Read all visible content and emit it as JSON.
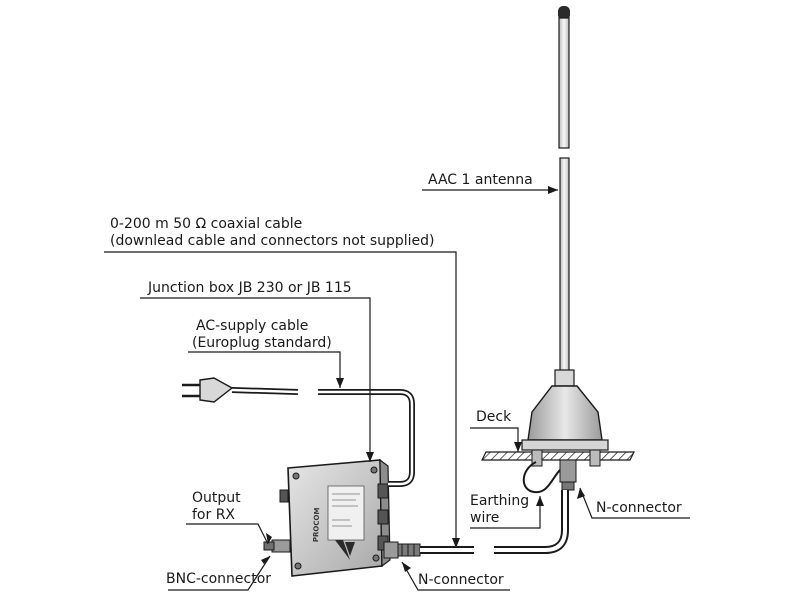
{
  "labels": {
    "antenna": "AAC 1 antenna",
    "coax_line1": "0-200 m 50 Ω  coaxial cable",
    "coax_line2": "(downlead cable and connectors not supplied)",
    "junction_box": "Junction box JB 230 or JB 115",
    "ac_line1": "AC-supply cable",
    "ac_line2": "(Europlug standard)",
    "deck": "Deck",
    "earthing_line1": "Earthing",
    "earthing_line2": "wire",
    "n_connector_mast": "N-connector",
    "output_line1": "Output",
    "output_line2": "for RX",
    "bnc_connector": "BNC-connector",
    "n_connector_box": "N-connector"
  },
  "box_plate": {
    "logo": "PROCOM"
  },
  "colors": {
    "line": "#1a1a1a",
    "box_fill": "#cfcfcf",
    "box_dark": "#8a8a8a",
    "background": "#ffffff"
  }
}
